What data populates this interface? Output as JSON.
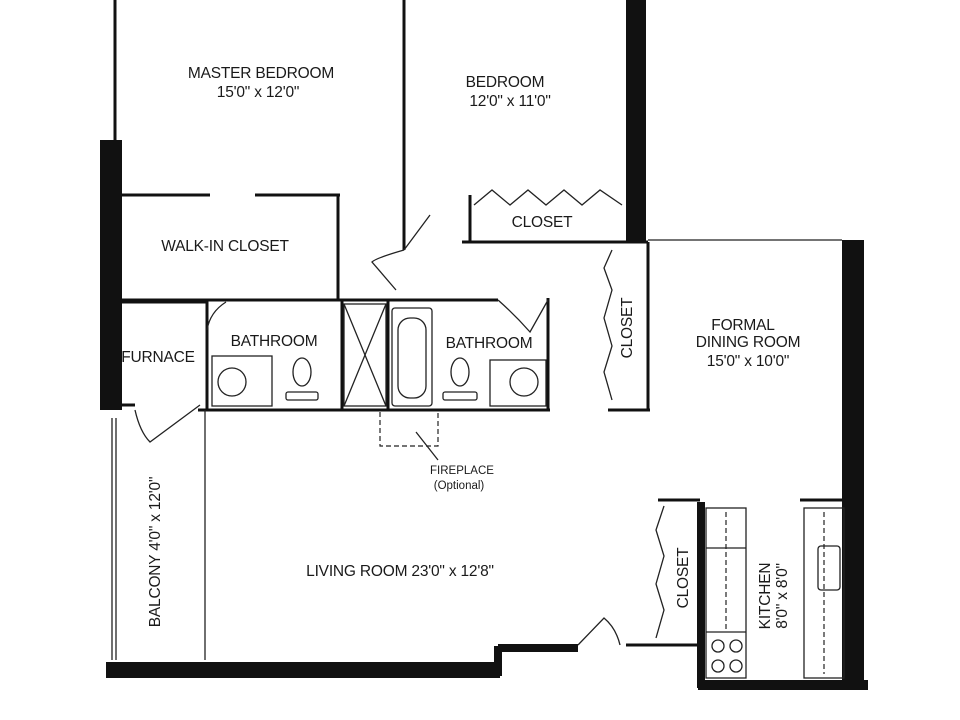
{
  "rooms": {
    "master_bedroom": {
      "name": "MASTER BEDROOM",
      "size": "15'0\" x 12'0\""
    },
    "bedroom": {
      "name": "BEDROOM",
      "size": "12'0\" x 11'0\""
    },
    "bedroom_closet": {
      "name": "CLOSET"
    },
    "walk_in_closet": {
      "name": "WALK-IN CLOSET"
    },
    "furnace": {
      "name": "FURNACE"
    },
    "bathroom_left": {
      "name": "BATHROOM"
    },
    "bathroom_right": {
      "name": "BATHROOM"
    },
    "hall_closet": {
      "name": "CLOSET"
    },
    "formal_dining": {
      "name_line1": "FORMAL",
      "name_line2": "DINING ROOM",
      "size": "15'0\" x 10'0\""
    },
    "fireplace": {
      "name": "FIREPLACE",
      "note": "(Optional)"
    },
    "balcony": {
      "label": "BALCONY 4'0\" x 12'0\""
    },
    "living_room": {
      "label": "LIVING ROOM  23'0\" x 12'8\""
    },
    "kitchen_closet": {
      "name": "CLOSET"
    },
    "kitchen": {
      "name": "KITCHEN",
      "size": "8'0\" x 8'0\""
    }
  }
}
